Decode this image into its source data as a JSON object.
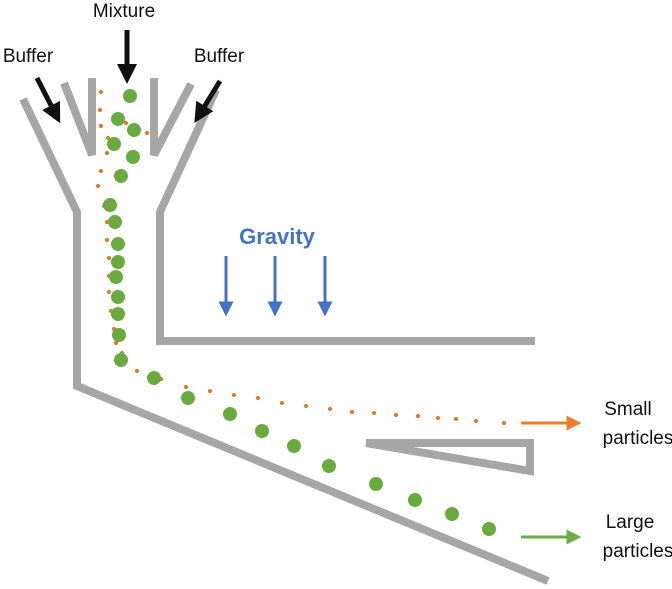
{
  "labels": {
    "mixture": "Mixture",
    "buffer_left": "Buffer",
    "buffer_right": "Buffer",
    "gravity": "Gravity",
    "small_line1": "Small",
    "small_line2": "particles",
    "large_line1": "Large",
    "large_line2": "particles"
  },
  "colors": {
    "channel_wall": "#a6a6a6",
    "large_particle": "#6aaa3e",
    "small_particle": "#e0792e",
    "gravity": "#4472c4",
    "input_arrow": "#111111",
    "small_output_arrow": "#ed7d31",
    "large_output_arrow": "#70ad47"
  },
  "icons": {
    "input_arrows": "arrow-down-icon",
    "gravity_arrows": "arrow-down-icon",
    "output_arrows": "arrow-right-icon"
  }
}
